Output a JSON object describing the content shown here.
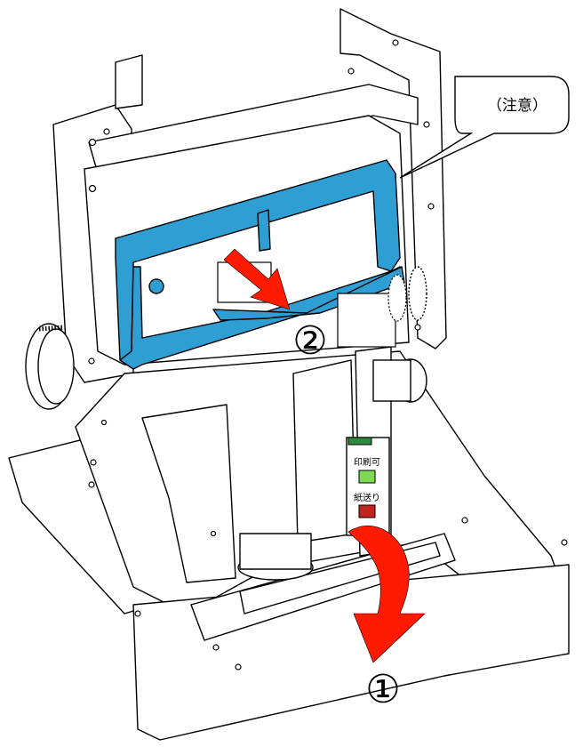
{
  "callout": {
    "text": "（注意）"
  },
  "steps": [
    {
      "label": "①"
    },
    {
      "label": "②"
    }
  ],
  "panel": {
    "indicator_top": "印刷可",
    "indicator_bottom": "紙送り"
  },
  "colors": {
    "ribbon": "#2f9fd3",
    "arrow": "#ff1a00",
    "led_green": "#7ed957",
    "led_red": "#c0241c",
    "outline": "#000000"
  }
}
